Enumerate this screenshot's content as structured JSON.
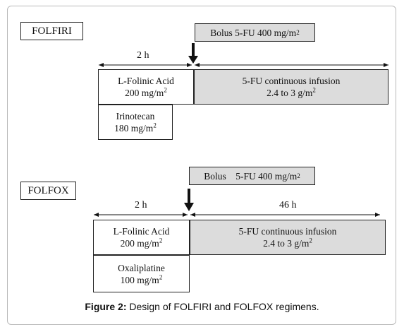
{
  "caption": {
    "prefix": "Figure 2:",
    "text": " Design of FOLFIRI and FOLFOX regimens."
  },
  "folfiri": {
    "title": "FOLFIRI",
    "bolus": {
      "text": "Bolus 5-FU 400 mg/m",
      "sup": "2"
    },
    "duration_label": "2 h",
    "folinic": {
      "name": "L-Folinic Acid",
      "dose": "200 mg/m",
      "sup": "2"
    },
    "continuous": {
      "name": "5-FU continuous infusion",
      "dose": "2.4 to 3 g/m",
      "sup": "2"
    },
    "second_drug": {
      "name": "Irinotecan",
      "dose": "180 mg/m",
      "sup": "2"
    }
  },
  "folfox": {
    "title": "FOLFOX",
    "bolus": {
      "text": "Bolus    5-FU 400 mg/m",
      "sup": "2"
    },
    "duration_label": "2 h",
    "duration_label_2": "46 h",
    "folinic": {
      "name": "L-Folinic Acid",
      "dose": "200 mg/m",
      "sup": "2"
    },
    "continuous": {
      "name": "5-FU continuous infusion",
      "dose": "2.4 to 3 g/m",
      "sup": "2"
    },
    "second_drug": {
      "name": "Oxaliplatine",
      "dose": "100 mg/m",
      "sup": "2"
    }
  }
}
